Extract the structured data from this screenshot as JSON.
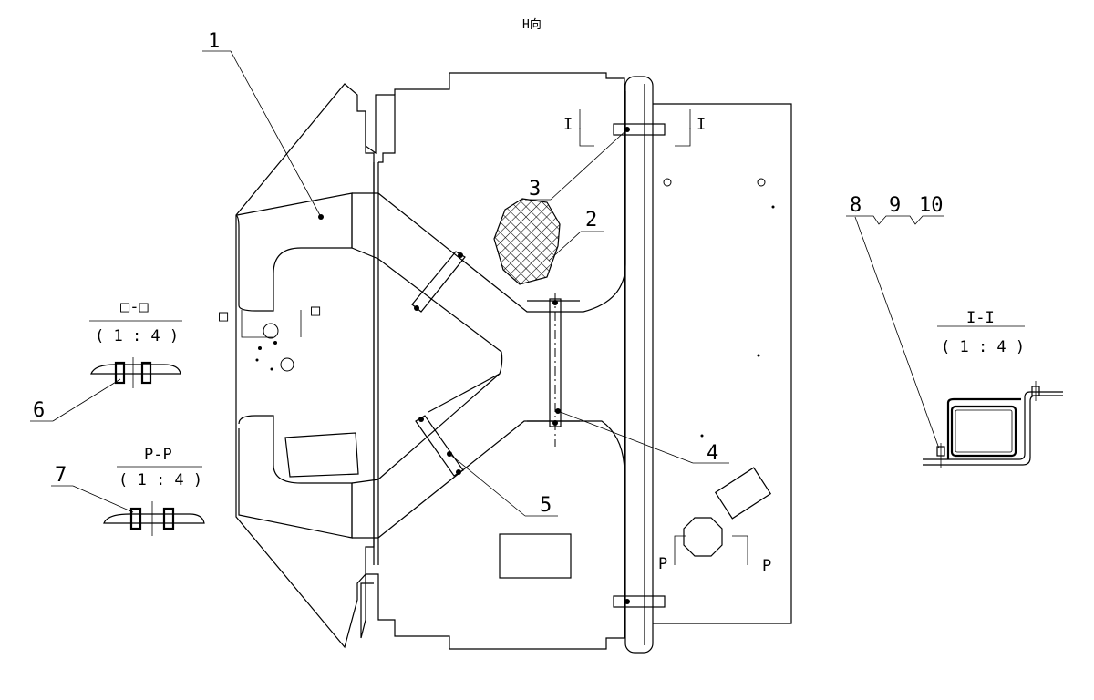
{
  "view_title": "H向",
  "callouts": {
    "c1": "1",
    "c2": "2",
    "c3": "3",
    "c4": "4",
    "c5": "5",
    "c6": "6",
    "c7": "7",
    "c8": "8",
    "c9": "9",
    "c10": "10"
  },
  "section_marks": {
    "i_left": "I",
    "i_right": "I",
    "box_left": "□",
    "box_right": "□",
    "p_left": "P",
    "p_right": "P"
  },
  "details": {
    "box_section": {
      "title": "□-□",
      "scale": "( 1 : 4 )"
    },
    "p_section": {
      "title": "P-P",
      "scale": "( 1 : 4 )"
    },
    "i_section": {
      "title": "I-I",
      "scale": "( 1 : 4 )"
    }
  }
}
